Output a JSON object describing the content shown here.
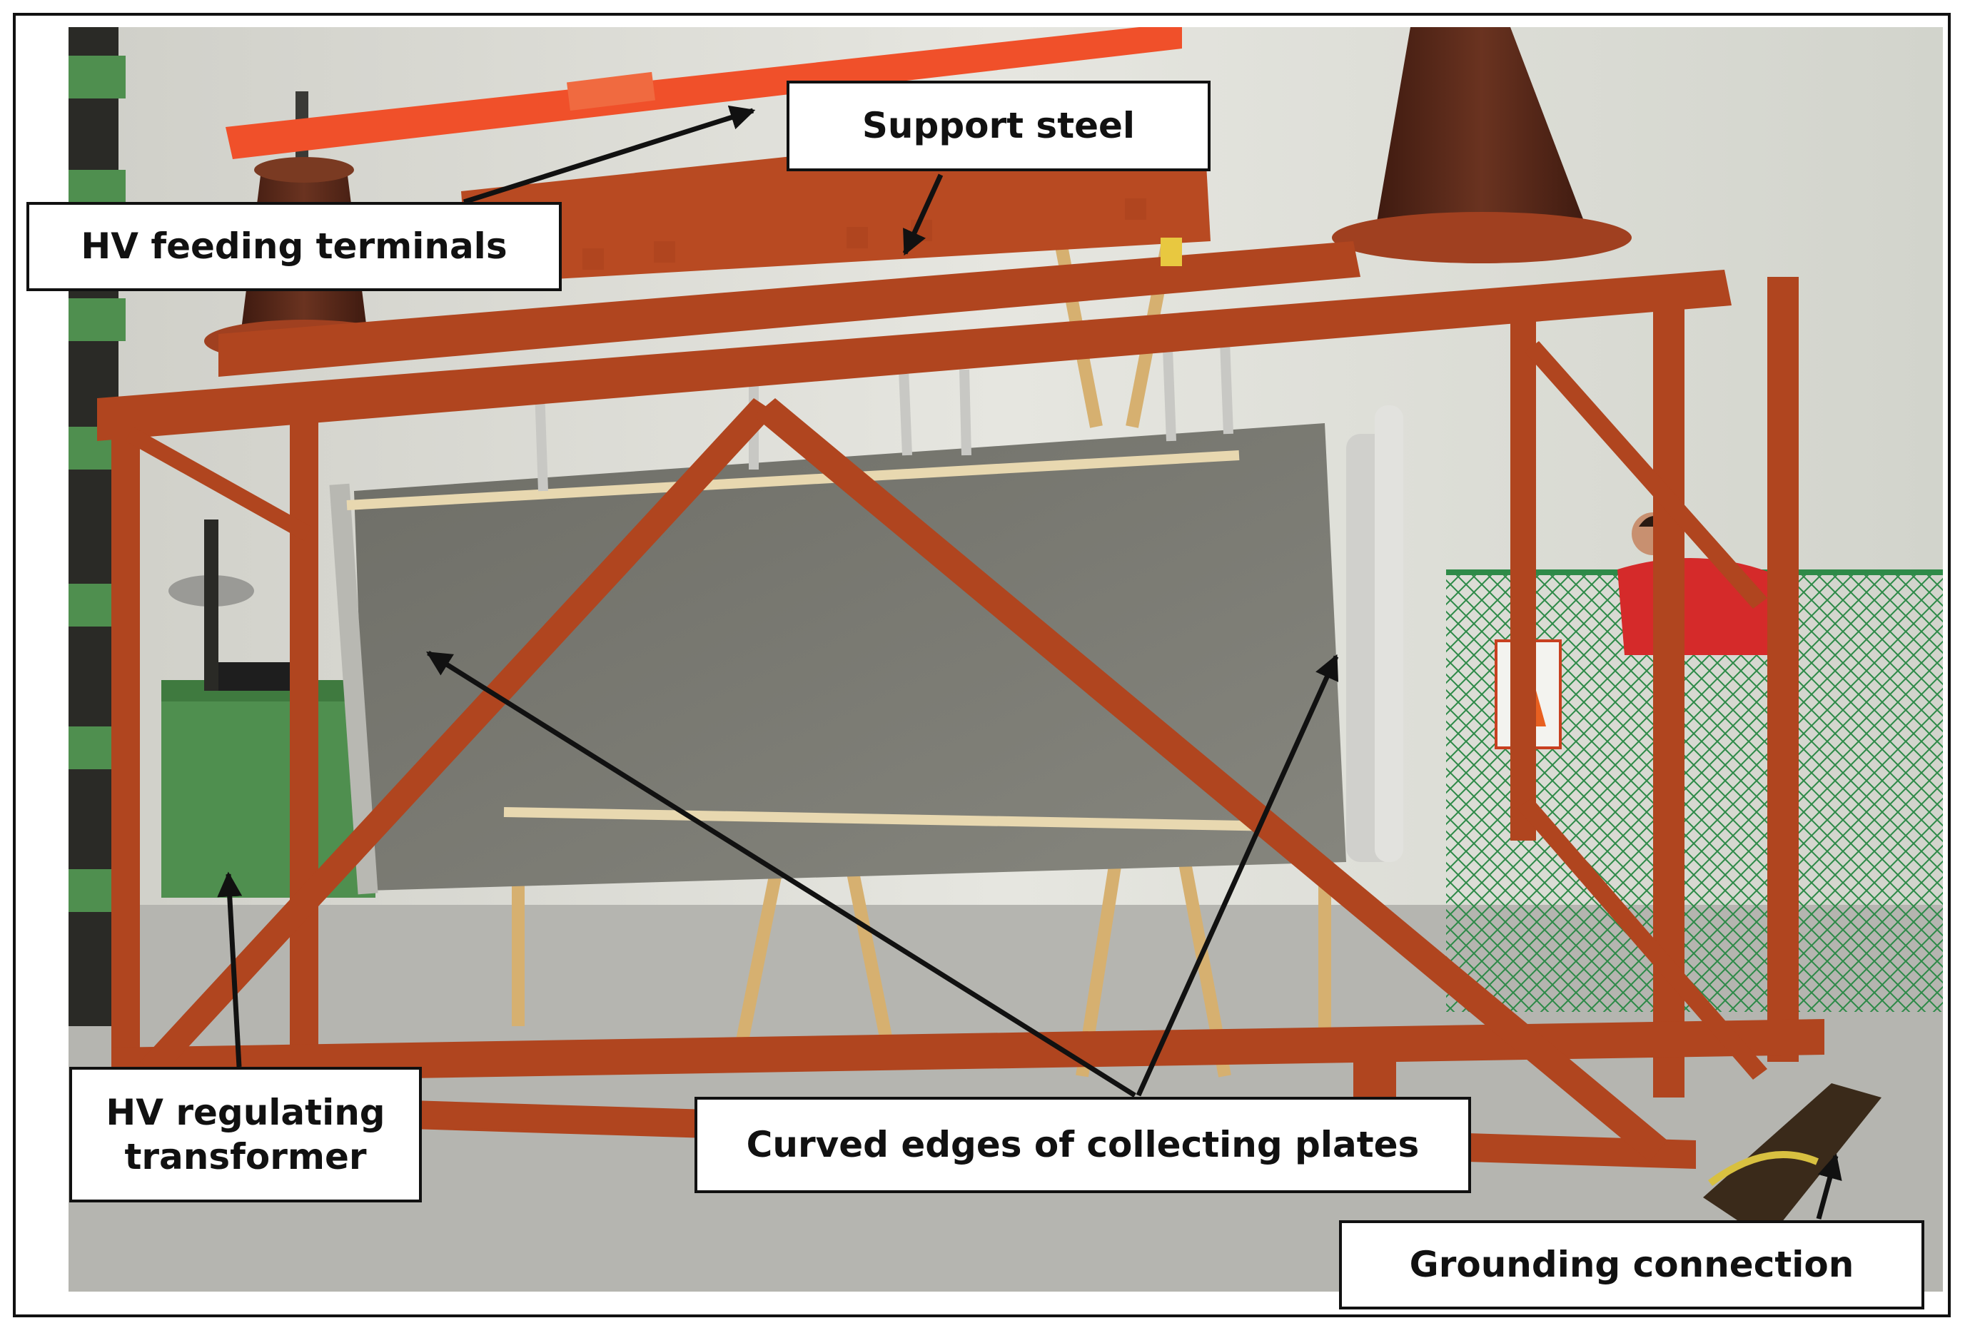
{
  "labels": {
    "support_steel": "Support steel",
    "hv_feeding_terminals": "HV feeding terminals",
    "hv_regulating_transformer_line1": "HV regulating",
    "hv_regulating_transformer_line2": "transformer",
    "curved_edges": "Curved edges of collecting plates",
    "grounding_connection": "Grounding connection"
  },
  "colors": {
    "frame_steel": "#b0451f",
    "support_beam_orange": "#f0502a",
    "insulator_brown": "#5a2a1a",
    "plate_gray": "#74746c",
    "floor_gray": "#b8b8b4",
    "wall_light": "#d8d8d2",
    "transformer_green": "#4f8f4f",
    "fence_green": "#3a8a4a",
    "label_border": "#111111",
    "arrow": "#111111"
  }
}
